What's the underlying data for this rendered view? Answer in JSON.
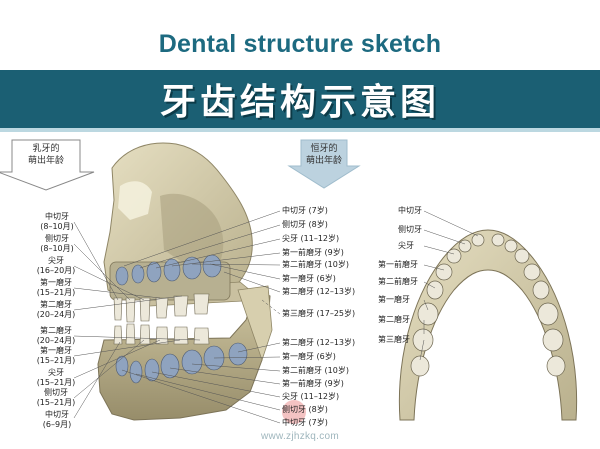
{
  "header": {
    "title_en": "Dental structure sketch",
    "title_zh": "牙齿结构示意图"
  },
  "arrows": {
    "primary": "乳牙的\n萌出年龄",
    "permanent": "恒牙的\n萌出年龄"
  },
  "left_labels": [
    "中切牙\n(8–10月)",
    "侧切牙\n(8–10月)",
    "尖牙\n(16–20月)",
    "第一磨牙\n(15–21月)",
    "第二磨牙\n(20–24月)",
    "第二磨牙\n(20–24月)",
    "第一磨牙\n(15–21月)",
    "尖牙\n(15–21月)",
    "侧切牙\n(15–21月)",
    "中切牙\n(6–9月)"
  ],
  "mid_labels_upper": [
    "中切牙 (7岁)",
    "侧切牙 (8岁)",
    "尖牙 (11–12岁)",
    "第一前磨牙 (9岁)",
    "第二前磨牙 (10岁)",
    "第一磨牙 (6岁)",
    "第二磨牙 (12–13岁)"
  ],
  "mid_label_third": "第三磨牙 (17–25岁)",
  "mid_labels_lower": [
    "第二磨牙 (12–13岁)",
    "第一磨牙 (6岁)",
    "第二前磨牙 (10岁)",
    "第一前磨牙 (9岁)",
    "尖牙 (11–12岁)",
    "侧切牙 (8岁)",
    "中切牙 (7岁)"
  ],
  "right_labels": [
    "中切牙",
    "侧切牙",
    "尖牙",
    "第一前磨牙",
    "第二前磨牙",
    "第一磨牙",
    "第二磨牙",
    "第三磨牙"
  ],
  "footer": {
    "watermark": "www.zjhzkq.com"
  },
  "colors": {
    "banner": "#1b5f73",
    "title_en": "#1d6a80",
    "bone": "#d9d2b4",
    "tooth": "#ece8da",
    "bud": "#8fa3bf",
    "highlight": "#f2b8b8"
  }
}
